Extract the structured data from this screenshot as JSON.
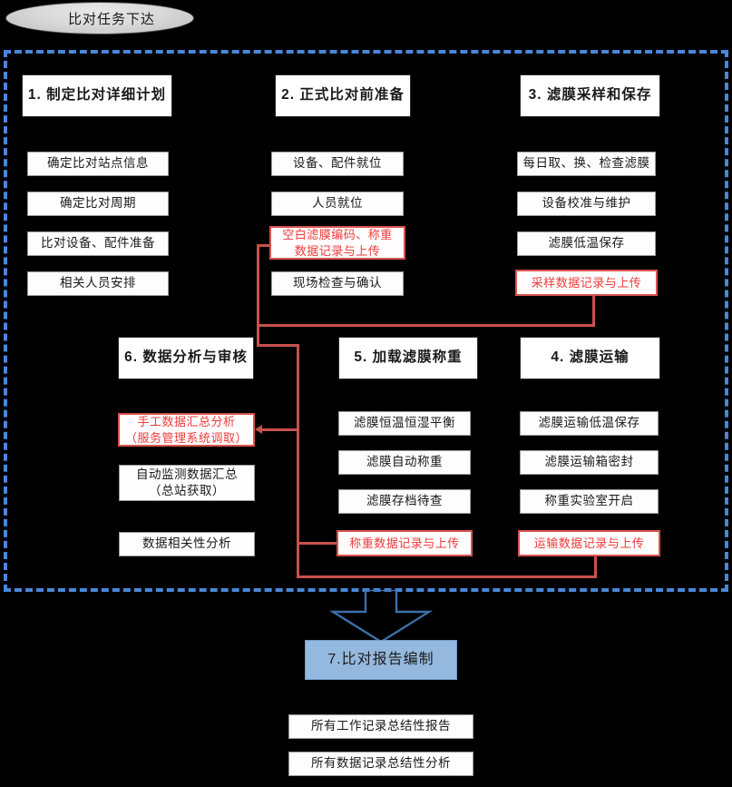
{
  "title_shape": {
    "label": "比对任务下达",
    "shape": "ellipse"
  },
  "colors": {
    "dashed_border": "#4a87d8",
    "red_accent": "#ef3b3b",
    "red_connector": "#c9504d",
    "blue_fill": "#95b9de",
    "arrow_blue": "#3c6fa8",
    "box_fill": "#fdfdfd",
    "background": "#000000"
  },
  "columns": [
    {
      "id": "col-1",
      "header": "1. 制定比对详细计划",
      "items": [
        {
          "label": "确定比对站点信息",
          "style": "normal"
        },
        {
          "label": "确定比对周期",
          "style": "normal"
        },
        {
          "label": "比对设备、配件准备",
          "style": "normal"
        },
        {
          "label": "相关人员安排",
          "style": "normal"
        }
      ]
    },
    {
      "id": "col-2",
      "header": "2. 正式比对前准备",
      "items": [
        {
          "label": "设备、配件就位",
          "style": "normal"
        },
        {
          "label": "人员就位",
          "style": "normal"
        },
        {
          "label": "空白滤膜编码、称重\n数据记录与上传",
          "style": "red"
        },
        {
          "label": "现场检查与确认",
          "style": "normal"
        }
      ]
    },
    {
      "id": "col-3",
      "header": "3. 滤膜采样和保存",
      "items": [
        {
          "label": "每日取、换、检查滤膜",
          "style": "normal"
        },
        {
          "label": "设备校准与维护",
          "style": "normal"
        },
        {
          "label": "滤膜低温保存",
          "style": "normal"
        },
        {
          "label": "采样数据记录与上传",
          "style": "red"
        }
      ]
    },
    {
      "id": "col-6",
      "header": "6. 数据分析与审核",
      "items": [
        {
          "label": "手工数据汇总分析\n（服务管理系统调取）",
          "style": "red"
        },
        {
          "label": "自动监测数据汇总\n（总站获取）",
          "style": "normal"
        },
        {
          "label": "数据相关性分析",
          "style": "normal"
        }
      ]
    },
    {
      "id": "col-5",
      "header": "5. 加载滤膜称重",
      "items": [
        {
          "label": "滤膜恒温恒湿平衡",
          "style": "normal"
        },
        {
          "label": "滤膜自动称重",
          "style": "normal"
        },
        {
          "label": "滤膜存档待查",
          "style": "normal"
        },
        {
          "label": "称重数据记录与上传",
          "style": "red"
        }
      ]
    },
    {
      "id": "col-4",
      "header": "4. 滤膜运输",
      "items": [
        {
          "label": "滤膜运输低温保存",
          "style": "normal"
        },
        {
          "label": "滤膜运输箱密封",
          "style": "normal"
        },
        {
          "label": "称重实验室开启",
          "style": "normal"
        },
        {
          "label": "运输数据记录与上传",
          "style": "red"
        }
      ]
    }
  ],
  "footer": {
    "report_box": "7.比对报告编制",
    "items": [
      "所有工作记录总结性报告",
      "所有数据记录总结性分析"
    ]
  },
  "boxes": {
    "c1h": "1. 制定比对详细计划",
    "c1i0": "确定比对站点信息",
    "c1i1": "确定比对周期",
    "c1i2": "比对设备、配件准备",
    "c1i3": "相关人员安排",
    "c2h": "2. 正式比对前准备",
    "c2i0": "设备、配件就位",
    "c2i1": "人员就位",
    "c2i2a": "空白滤膜编码、称重",
    "c2i2b": "数据记录与上传",
    "c2i3": "现场检查与确认",
    "c3h": "3. 滤膜采样和保存",
    "c3i0": "每日取、换、检查滤膜",
    "c3i1": "设备校准与维护",
    "c3i2": "滤膜低温保存",
    "c3i3": "采样数据记录与上传",
    "c6h": "6. 数据分析与审核",
    "c6i0a": "手工数据汇总分析",
    "c6i0b": "（服务管理系统调取）",
    "c6i1a": "自动监测数据汇总",
    "c6i1b": "（总站获取）",
    "c6i2": "数据相关性分析",
    "c5h": "5. 加载滤膜称重",
    "c5i0": "滤膜恒温恒湿平衡",
    "c5i1": "滤膜自动称重",
    "c5i2": "滤膜存档待查",
    "c5i3": "称重数据记录与上传",
    "c4h": "4. 滤膜运输",
    "c4i0": "滤膜运输低温保存",
    "c4i1": "滤膜运输箱密封",
    "c4i2": "称重实验室开启",
    "c4i3": "运输数据记录与上传",
    "f7": "7.比对报告编制",
    "f0": "所有工作记录总结性报告",
    "f1": "所有数据记录总结性分析"
  }
}
